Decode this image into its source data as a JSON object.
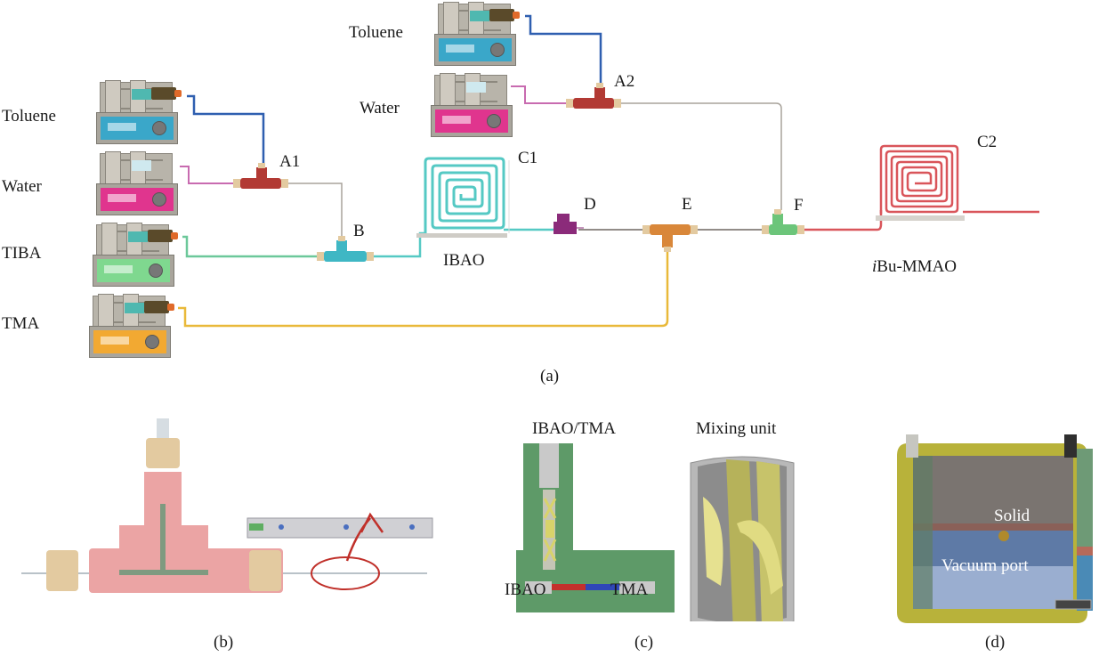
{
  "figure": {
    "panel_a": {
      "caption": "(a)",
      "pumps": [
        {
          "id": "toluene-1",
          "label": "Toluene",
          "panel_color": "#3aa7c9",
          "line_color": "#2f5fb0"
        },
        {
          "id": "water-1",
          "label": "Water",
          "panel_color": "#e0358e",
          "line_color": "#c86bb0"
        },
        {
          "id": "tiba",
          "label": "TIBA",
          "panel_color": "#7fd88f",
          "line_color": "#6cc89a"
        },
        {
          "id": "tma",
          "label": "TMA",
          "panel_color": "#f2a932",
          "line_color": "#e9b93a"
        },
        {
          "id": "toluene-2",
          "label": "Toluene",
          "panel_color": "#3aa7c9",
          "line_color": "#2f5fb0"
        },
        {
          "id": "water-2",
          "label": "Water",
          "panel_color": "#e0358e",
          "line_color": "#c86bb0"
        }
      ],
      "nodes": {
        "A1": "A1",
        "A2": "A2",
        "B": "B",
        "C1": "C1",
        "C2": "C2",
        "D": "D",
        "E": "E",
        "F": "F"
      },
      "products": {
        "ibao": "IBAO",
        "mmao_prefix": "i",
        "mmao_rest": "Bu-MMAO"
      },
      "colors": {
        "tee_a": "#b23a34",
        "tee_b": "#3fb7c4",
        "tee_e": "#d9873a",
        "tee_f": "#6cc57a",
        "coil_c1": "#55c9c4",
        "coil_c2": "#d9555a",
        "filter_d": "#8b2b7a",
        "gray_line": "#a8a39b",
        "dark_line": "#6e6660"
      }
    },
    "panel_b": {
      "caption": "(b)",
      "tee_color": "#eba4a4",
      "nut_color": "#e3caa0",
      "arrow_color": "#c0302a"
    },
    "panel_c": {
      "caption": "(c)",
      "left_title": "IBAO/TMA",
      "right_title": "Mixing unit",
      "inlet_left": "IBAO",
      "inlet_right": "TMA",
      "body_color": "#5e9a68",
      "mixer_color": "#d8d36a"
    },
    "panel_d": {
      "caption": "(d)",
      "label_top": "Solid",
      "label_bottom": "Vacuum port",
      "frame_color": "#b8b23a"
    }
  }
}
